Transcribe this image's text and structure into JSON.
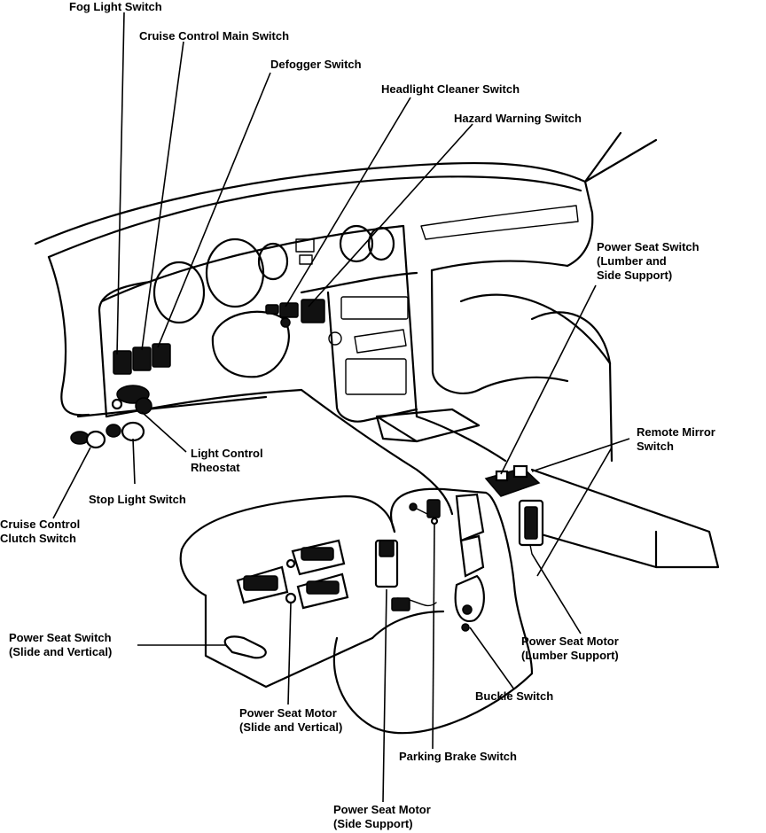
{
  "labels": {
    "fog_light_switch": "Fog Light Switch",
    "cruise_control_main_switch": "Cruise Control Main Switch",
    "defogger_switch": "Defogger Switch",
    "headlight_cleaner_switch": "Headlight Cleaner Switch",
    "hazard_warning_switch": "Hazard Warning Switch",
    "power_seat_switch_lumbar_1": "Power Seat Switch",
    "power_seat_switch_lumbar_2": "(Lumber and",
    "power_seat_switch_lumbar_3": "Side Support)",
    "remote_mirror_switch_1": "Remote Mirror",
    "remote_mirror_switch_2": "Switch",
    "light_control_rheostat_1": "Light Control",
    "light_control_rheostat_2": "Rheostat",
    "stop_light_switch": "Stop Light Switch",
    "cruise_control_clutch_switch_1": "Cruise Control",
    "cruise_control_clutch_switch_2": "Clutch Switch",
    "power_seat_switch_slide_1": "Power Seat Switch",
    "power_seat_switch_slide_2": "(Slide and Vertical)",
    "power_seat_motor_lumbar_1": "Power Seat Motor",
    "power_seat_motor_lumbar_2": "(Lumber Support)",
    "buckle_switch": "Buckle Switch",
    "power_seat_motor_slide_1": "Power Seat Motor",
    "power_seat_motor_slide_2": "(Slide and Vertical)",
    "parking_brake_switch": "Parking Brake Switch",
    "power_seat_motor_side_1": "Power Seat Motor",
    "power_seat_motor_side_2": "(Side Support)"
  }
}
